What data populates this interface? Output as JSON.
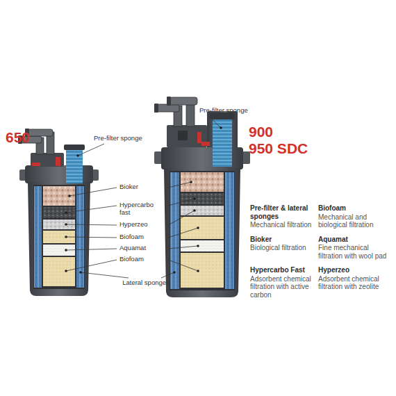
{
  "diagram": {
    "labels": [
      "650",
      "Pre-filter sponge",
      "Pre-filter sponge",
      "900",
      "950 SDC",
      "Bioker",
      "Hypercarbo fast",
      "Hyperzeo",
      "Biofoam",
      "Aquamat",
      "Biofoam",
      "Lateral sponges",
      "Pre-filter & lateral sponges",
      "Mechanical filtration",
      "Biofoam",
      "Mechanical and biological filtration",
      "Bioker",
      "Biological filtration",
      "Hypercarbo Fast",
      "Adsorbent chemical filtration with active carbon",
      "Aquamat",
      "Fine mechanical filtration with wool pad",
      "Hyperzeo",
      "Adsorbent chemical filtration with zeolite"
    ]
  }
}
